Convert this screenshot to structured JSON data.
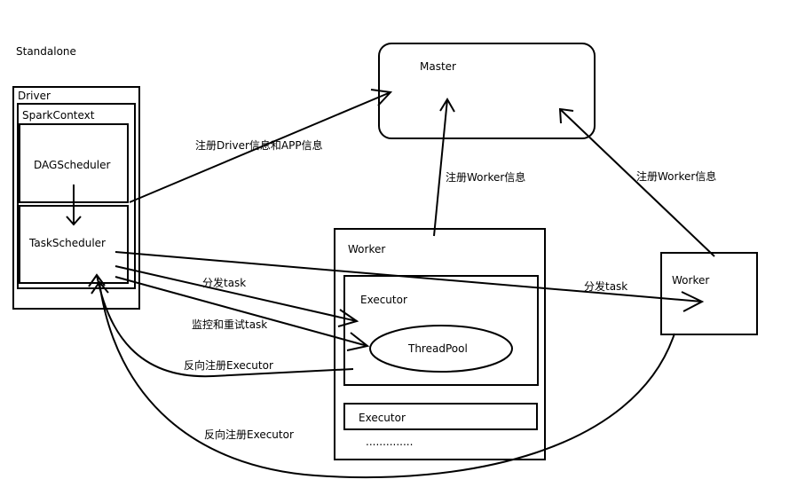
{
  "title": "Standalone",
  "nodes": {
    "driver": "Driver",
    "spark_context": "SparkContext",
    "dag_scheduler": "DAGScheduler",
    "task_scheduler": "TaskScheduler",
    "master": "Master",
    "worker_main": "Worker",
    "executor_main": "Executor",
    "thread_pool": "ThreadPool",
    "executor_second": "Executor",
    "ellipsis": "..............",
    "worker_right": "Worker"
  },
  "edges": {
    "register_driver": "注册Driver信息和APP信息",
    "register_worker_main": "注册Worker信息",
    "register_worker_right": "注册Worker信息",
    "dispatch_task_main": "分发task",
    "dispatch_task_right": "分发task",
    "monitor_retry": "监控和重试task",
    "reverse_register_main": "反向注册Executor",
    "reverse_register_right": "反向注册Executor"
  }
}
